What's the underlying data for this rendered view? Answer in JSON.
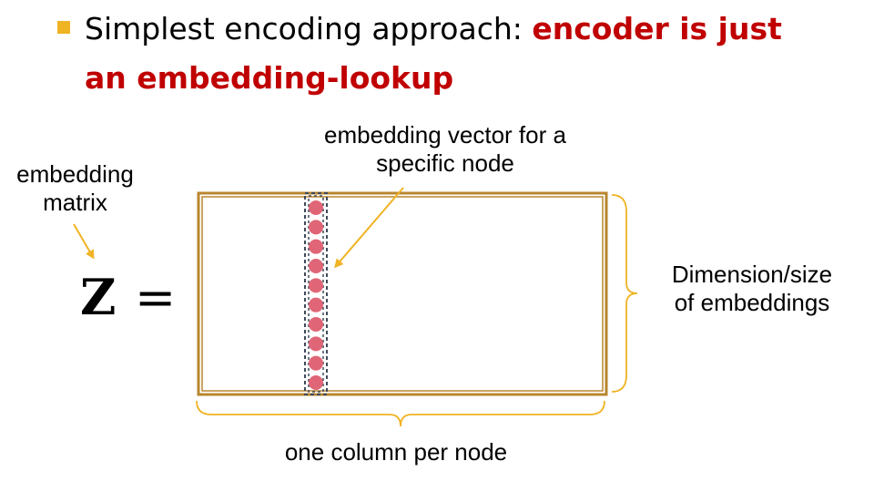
{
  "title": {
    "prefix": "Simplest encoding approach: ",
    "highlight_line1": "encoder is just",
    "highlight_line2": "an embedding-lookup"
  },
  "labels": {
    "embedding_matrix_line1": "embedding",
    "embedding_matrix_line2": "matrix",
    "embedding_vector_line1": "embedding vector for a",
    "embedding_vector_line2": "specific node",
    "dimension_line1": "Dimension/size",
    "dimension_line2": "of embeddings",
    "column_per_node": "one column per node"
  },
  "equation": {
    "symbol": "Z",
    "equals": "="
  },
  "matrix": {
    "column_nodes": 10
  },
  "colors": {
    "bullet": "#f0b323",
    "highlight": "#c00000",
    "matrix_border": "#b8862e",
    "brace": "#f0b323",
    "arrow": "#f0b323",
    "node_dot": "#e06677",
    "column_outline": "#404a5a"
  },
  "icons": {
    "bullet": "square-bullet-icon"
  }
}
